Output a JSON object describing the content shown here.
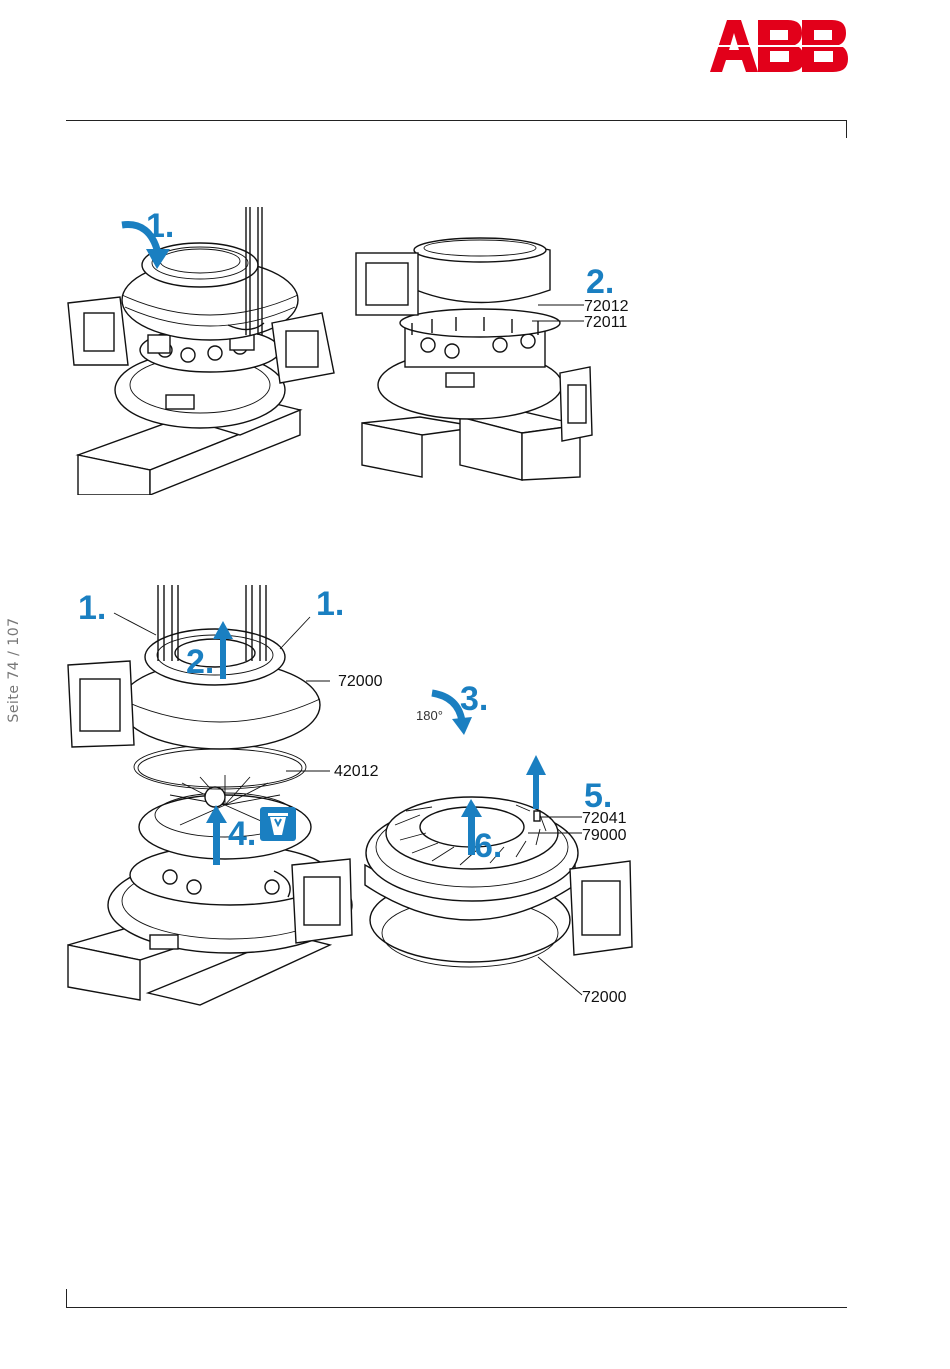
{
  "header": {
    "logo_text": "ABB",
    "brand_color": "#e2001a"
  },
  "footer": {
    "page_label": "Seite 74 / 107"
  },
  "figure_top": {
    "steps": [
      "1.",
      "2."
    ],
    "refs": [
      "72012",
      "72011"
    ]
  },
  "figure_bottom": {
    "steps": [
      "1.",
      "1.",
      "2.",
      "3.",
      "4.",
      "5.",
      "6."
    ],
    "angle_label": "180°",
    "refs": [
      "72000",
      "42012",
      "72041",
      "79000",
      "72000"
    ],
    "step_icon": "recycle-bin-icon"
  },
  "colors": {
    "step_blue": "#1a7fc1",
    "line": "#111111"
  }
}
